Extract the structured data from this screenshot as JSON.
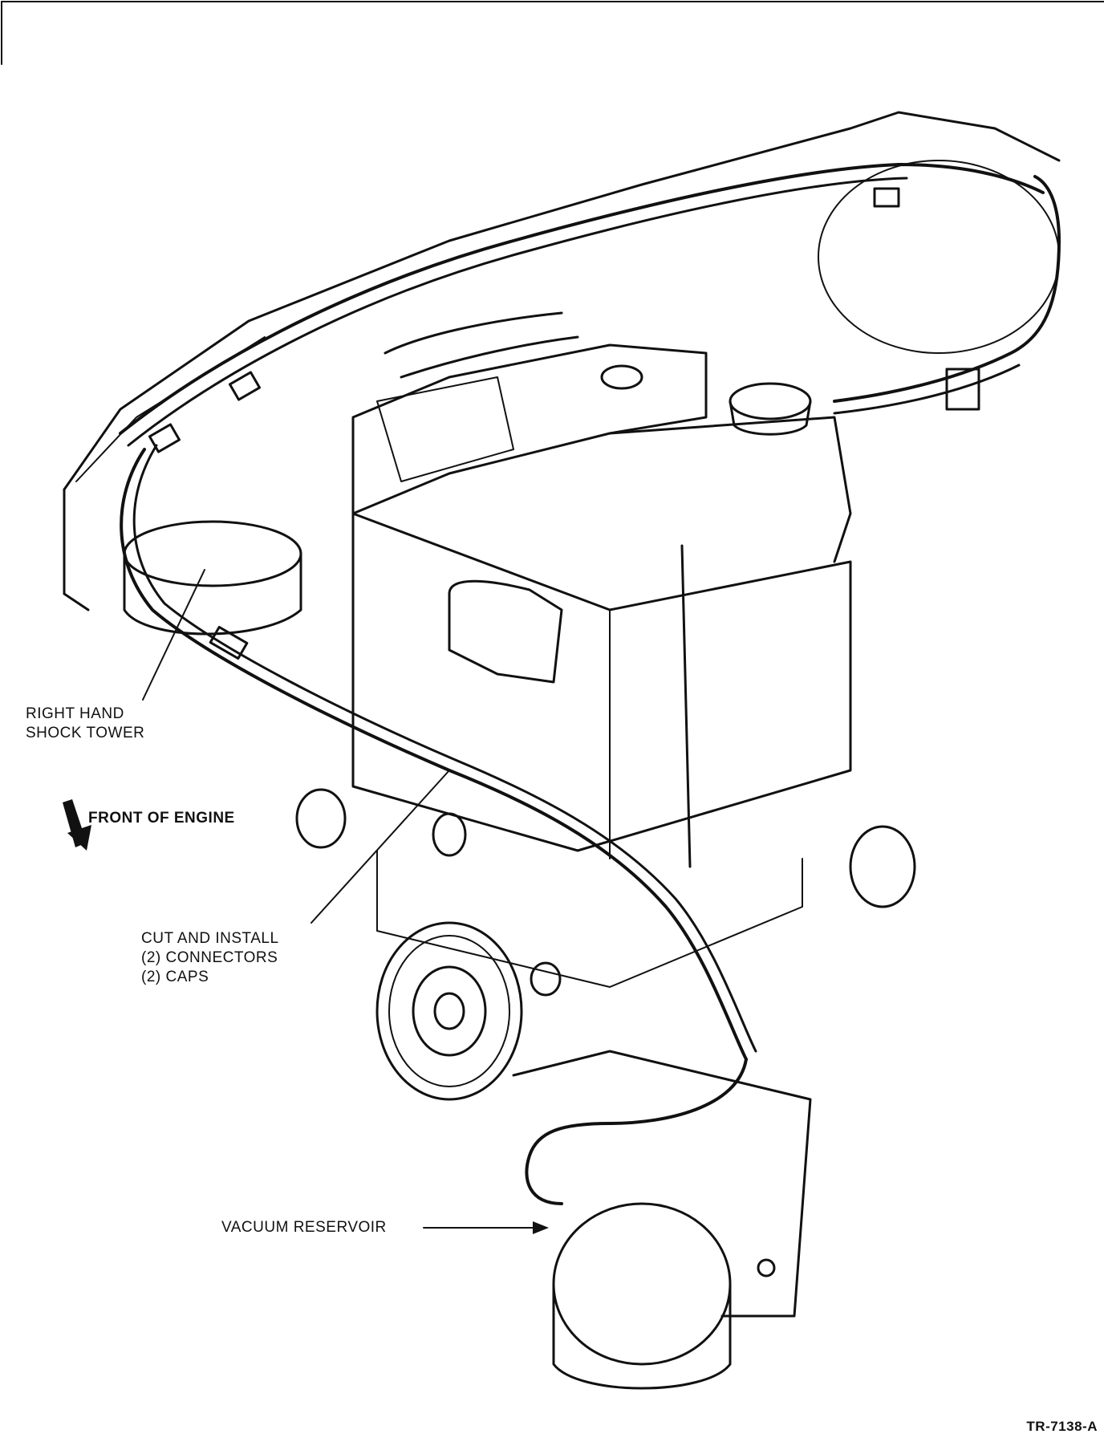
{
  "labels": {
    "shock_tower": [
      "RIGHT HAND",
      "SHOCK TOWER"
    ],
    "front_of_engine": "FRONT OF ENGINE",
    "cut_install": [
      "CUT AND INSTALL",
      "(2) CONNECTORS",
      "(2) CAPS"
    ],
    "vacuum_reservoir": "VACUUM RESERVOIR",
    "figure_id": "TR-7138-A"
  },
  "colors": {
    "ink": "#111111",
    "paper": "#ffffff"
  }
}
